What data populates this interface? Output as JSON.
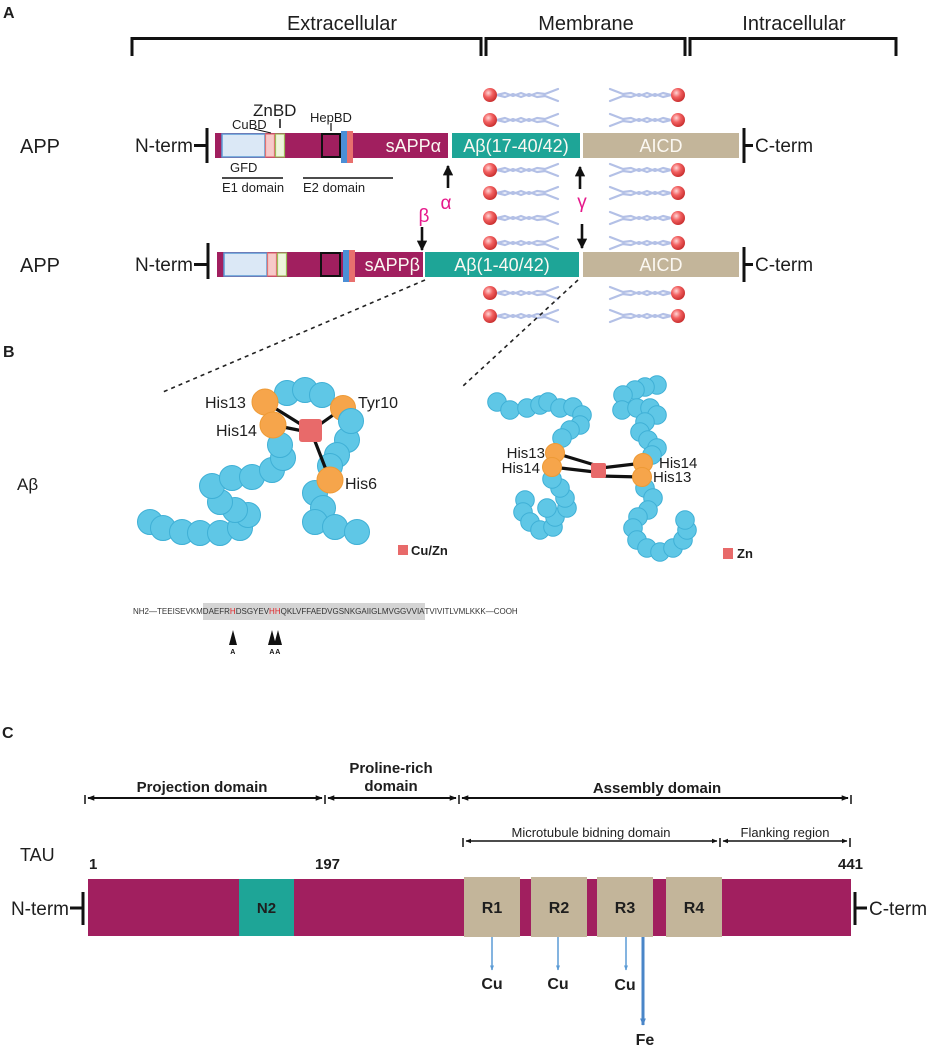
{
  "panel_labels": {
    "a": "A",
    "b": "B",
    "c": "C"
  },
  "colors": {
    "app_ectodomain": "#a11f5f",
    "abeta_fragment": "#1ea597",
    "aicd_fragment": "#c3b59a",
    "secretase_label": "#e6198b",
    "peptide_residue": "#5fc7e6",
    "coordinating_residue": "#f6a54b",
    "metal_ion": "#e86a6a",
    "highlighted_residue": "#e0262a",
    "metal_arrow": "#5b9bd5"
  },
  "panel_a": {
    "regions": {
      "extracellular": "Extracellular",
      "membrane": "Membrane",
      "intracellular": "Intracellular"
    },
    "domains": {
      "cubd": "CuBD",
      "znbd": "ZnBD",
      "hepbd": "HepBD",
      "gfd": "GFD",
      "e1": "E1 domain",
      "e2": "E2 domain"
    },
    "secretases": {
      "alpha": "α",
      "beta": "β",
      "gamma": "γ"
    },
    "app_alpha": {
      "protein": "APP",
      "n_term": "N-term",
      "c_term": "C-term",
      "soluble_fragment": "sAPPα",
      "abeta_fragment": "Aβ(17-40/42)",
      "aicd_fragment": "AICD"
    },
    "app_beta": {
      "protein": "APP",
      "n_term": "N-term",
      "c_term": "C-term",
      "soluble_fragment": "sAPPβ",
      "abeta_fragment": "Aβ(1-40/42)",
      "aicd_fragment": "AICD"
    }
  },
  "panel_b": {
    "peptide": "Aβ",
    "monomer": {
      "residues": {
        "his13": "His13",
        "his14": "His14",
        "tyr10": "Tyr10",
        "his6": "His6"
      },
      "legend": "Cu/Zn"
    },
    "dimer": {
      "residues": {
        "left_his13": "His13",
        "left_his14": "His14",
        "right_his14": "His14",
        "right_his13": "His13"
      },
      "legend": "Zn"
    },
    "sequence": {
      "prefix": "NH2—TEEISEVKM",
      "core_1": "DAEFR",
      "his6": "H",
      "core_2": "DSGYEV",
      "his13": "H",
      "his14": "H",
      "core_3": "QKLVFFAEDVGSNKGAIIGLMVGGVVIA",
      "suffix": "TVIVITLVMLKKK—COOH"
    },
    "binding_markers": [
      "A",
      "A",
      "A"
    ]
  },
  "panel_c": {
    "protein": "TAU",
    "n_term": "N-term",
    "c_term": "C-term",
    "positions": {
      "start": "1",
      "boundary": "197",
      "end": "441"
    },
    "domains": {
      "projection": "Projection domain",
      "proline_rich_line1": "Proline-rich",
      "proline_rich_line2": "domain",
      "assembly": "Assembly domain",
      "microtubule_binding": "Microtubule bidning domain",
      "flanking": "Flanking region"
    },
    "segments": {
      "n2": "N2",
      "r1": "R1",
      "r2": "R2",
      "r3": "R3",
      "r4": "R4"
    },
    "metal_binding": [
      {
        "repeat": "R1",
        "metal": "Cu"
      },
      {
        "repeat": "R2",
        "metal": "Cu"
      },
      {
        "repeat": "R3",
        "metal": "Cu"
      },
      {
        "repeat": "R3",
        "metal": "Fe"
      }
    ]
  }
}
